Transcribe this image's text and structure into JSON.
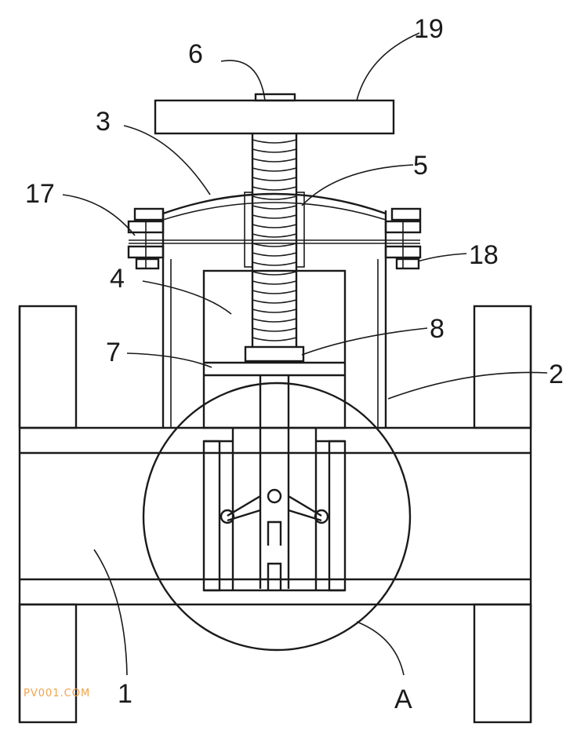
{
  "labels": {
    "l19": "19",
    "l6": "6",
    "l3": "3",
    "l5": "5",
    "l17": "17",
    "l18": "18",
    "l4": "4",
    "l8": "8",
    "l7": "7",
    "l2": "2",
    "l1": "1",
    "lA": "A"
  },
  "watermark": "PV001.COM"
}
